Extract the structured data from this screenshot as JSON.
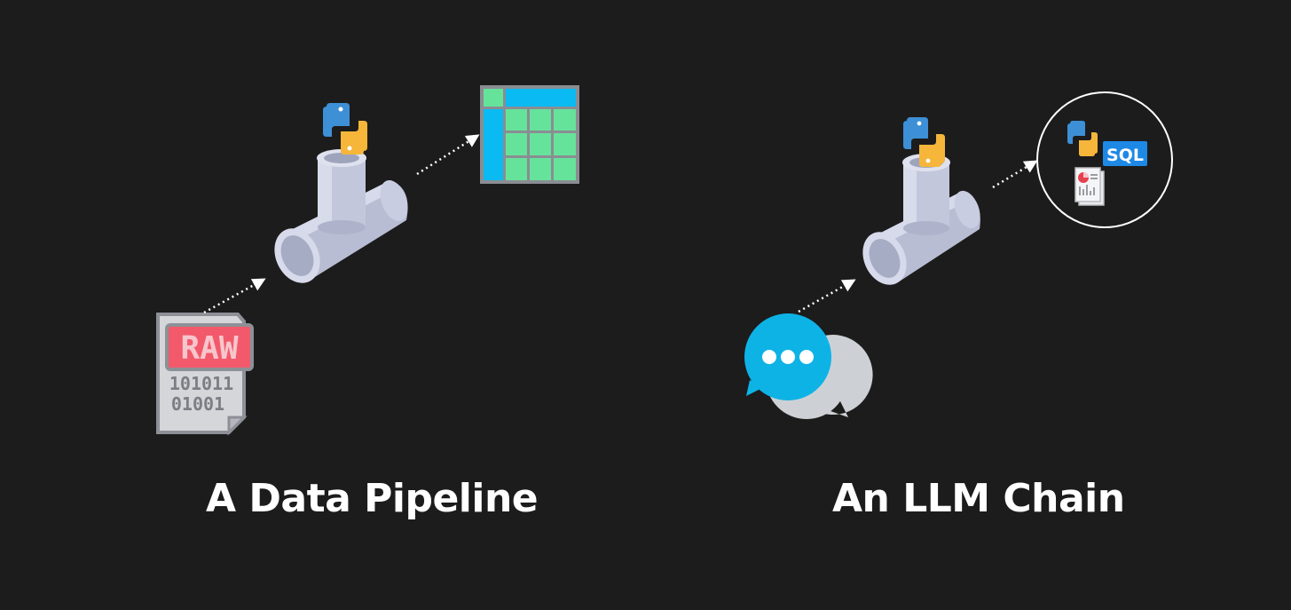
{
  "left": {
    "caption": "A Data Pipeline",
    "raw_file": {
      "tag": "RAW",
      "line1": "101011",
      "line2": "01001"
    }
  },
  "right": {
    "caption": "An LLM Chain",
    "output_badge": "SQL"
  },
  "icons": [
    "raw-file-icon",
    "python-icon",
    "pipe-icon",
    "arrow-icon",
    "table-icon",
    "chat-bubble-icon",
    "report-icon",
    "sql-badge"
  ],
  "colors": {
    "background": "#1c1c1c",
    "pipe": "#c8cce0",
    "python_blue": "#3d8fd6",
    "python_yellow": "#f5b63a",
    "table_cyan": "#0abaf2",
    "table_green": "#66e39b",
    "raw_red": "#f25a6c",
    "chat_blue": "#0eb3e6",
    "sql_blue": "#1e88e5"
  }
}
